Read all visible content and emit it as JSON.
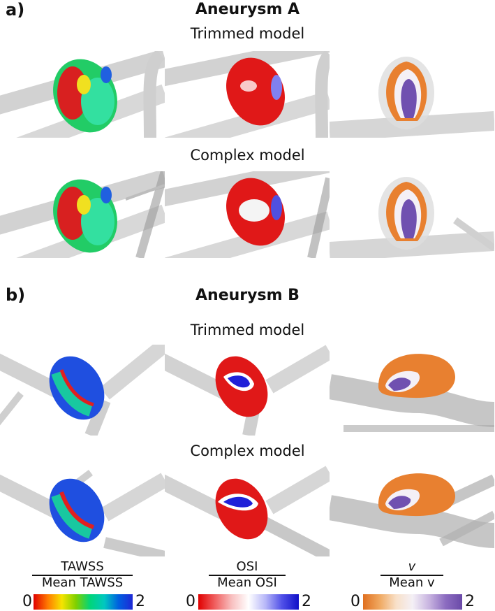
{
  "figure": {
    "panel_a": {
      "letter": "a)",
      "title": "Aneurysm A"
    },
    "panel_b": {
      "letter": "b)",
      "title": "Aneurysm B"
    },
    "row_labels": {
      "trimmed": "Trimmed model",
      "complex": "Complex model"
    }
  },
  "colorbars": [
    {
      "numerator": "TAWSS",
      "denominator": "Mean TAWSS",
      "min": "0",
      "max": "2",
      "colors": [
        "#e00000",
        "#ff7a00",
        "#f5e400",
        "#7fd000",
        "#00d57a",
        "#00c8c0",
        "#0060e0",
        "#1f28d6"
      ]
    },
    {
      "numerator": "OSI",
      "denominator": "Mean OSI",
      "min": "0",
      "max": "2",
      "colors": [
        "#e00000",
        "#f06060",
        "#f8c0c0",
        "#ffffff",
        "#b8b8f8",
        "#5050e8",
        "#1010c8"
      ]
    },
    {
      "numerator": "v",
      "denominator": "Mean v",
      "min": "0",
      "max": "2",
      "colors": [
        "#e07020",
        "#f0a860",
        "#f8e0c8",
        "#f4f0f6",
        "#c8b4e0",
        "#8c6cc0",
        "#6a4aa8"
      ]
    }
  ]
}
